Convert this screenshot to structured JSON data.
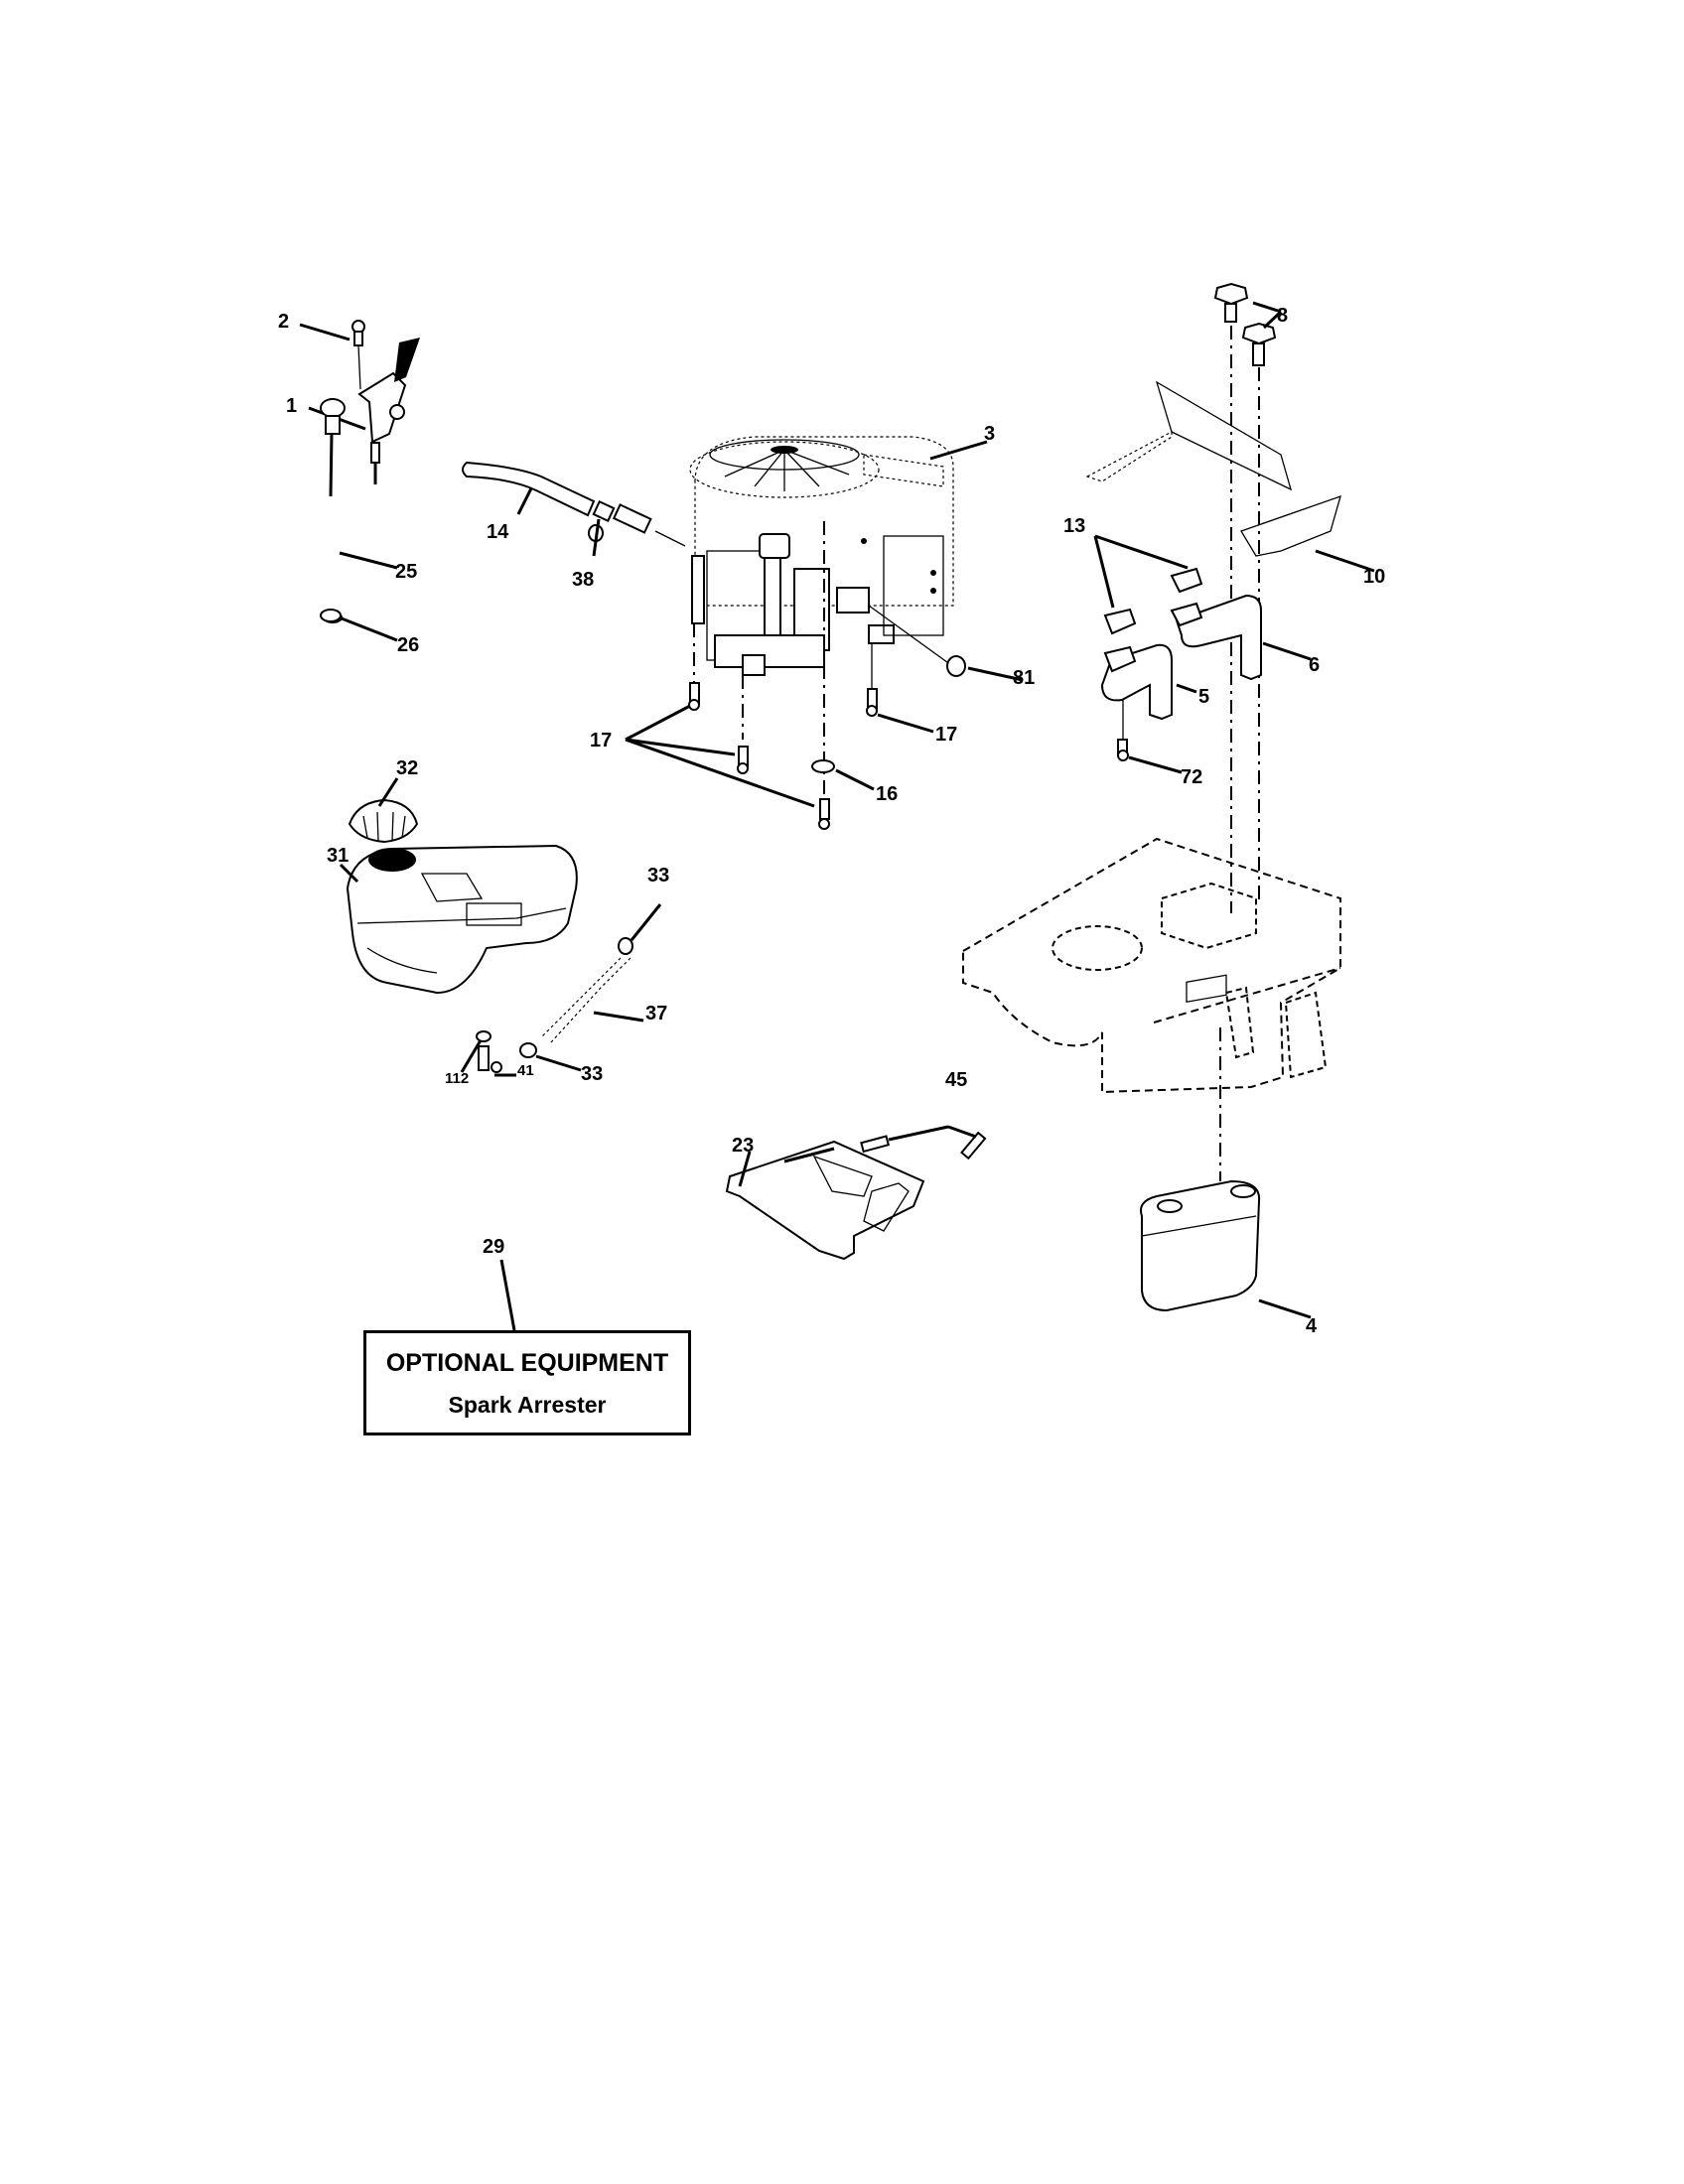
{
  "diagram": {
    "type": "exploded parts diagram",
    "callouts": [
      {
        "id": "c1",
        "label": "1"
      },
      {
        "id": "c2",
        "label": "2"
      },
      {
        "id": "c3",
        "label": "3"
      },
      {
        "id": "c4",
        "label": "4"
      },
      {
        "id": "c5",
        "label": "5"
      },
      {
        "id": "c6",
        "label": "6"
      },
      {
        "id": "c8",
        "label": "8"
      },
      {
        "id": "c10",
        "label": "10"
      },
      {
        "id": "c13",
        "label": "13"
      },
      {
        "id": "c14",
        "label": "14"
      },
      {
        "id": "c16",
        "label": "16"
      },
      {
        "id": "c17a",
        "label": "17"
      },
      {
        "id": "c17b",
        "label": "17"
      },
      {
        "id": "c23",
        "label": "23"
      },
      {
        "id": "c25",
        "label": "25"
      },
      {
        "id": "c26",
        "label": "26"
      },
      {
        "id": "c29",
        "label": "29"
      },
      {
        "id": "c31",
        "label": "31"
      },
      {
        "id": "c32",
        "label": "32"
      },
      {
        "id": "c33a",
        "label": "33"
      },
      {
        "id": "c33b",
        "label": "33"
      },
      {
        "id": "c37",
        "label": "37"
      },
      {
        "id": "c38",
        "label": "38"
      },
      {
        "id": "c41",
        "label": "41"
      },
      {
        "id": "c45",
        "label": "45"
      },
      {
        "id": "c72",
        "label": "72"
      },
      {
        "id": "c81",
        "label": "81"
      },
      {
        "id": "c112",
        "label": "112"
      }
    ],
    "optional_box": {
      "title": "OPTIONAL EQUIPMENT",
      "subtitle": "Spark Arrester"
    }
  }
}
